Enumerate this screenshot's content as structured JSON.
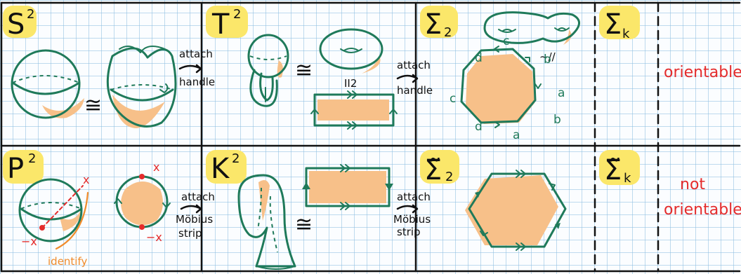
{
  "row_top": {
    "s2": {
      "base": "S",
      "sup": "2"
    },
    "t2": {
      "base": "T",
      "sup": "2"
    },
    "sigma2": {
      "base": "Σ",
      "sub": "2"
    },
    "sigmak": {
      "base": "Σ",
      "sub": "k"
    },
    "attach_1": [
      "attach",
      "handle"
    ],
    "attach_2": [
      "attach",
      "handle"
    ],
    "iso": "≅",
    "iso_rot": "II2",
    "edge_labels": {
      "a1": "a",
      "a2": "a",
      "b1": "b",
      "b2": "b",
      "c1": "c",
      "c2": "c",
      "d1": "d",
      "d2": "d"
    },
    "classification": "orientable"
  },
  "row_bottom": {
    "p2": {
      "base": "P",
      "sup": "2"
    },
    "k2": {
      "base": "K",
      "sup": "2"
    },
    "sigma2t": {
      "base": "Σ̃",
      "sub": "2"
    },
    "sigmakt": {
      "base": "Σ̃",
      "sub": "k"
    },
    "point_x": "x",
    "point_negx": "−x",
    "identify": "identify",
    "attach_1": [
      "attach",
      "Möbius",
      "strip"
    ],
    "attach_2": [
      "attach",
      "Möbius",
      "strip"
    ],
    "iso": "≅",
    "classification": [
      "not",
      "orientable"
    ]
  },
  "colors": {
    "ink": "#1f7a5a",
    "fill": "#f7c089",
    "highlight": "#fbe76a",
    "red": "#e42b2b",
    "orange": "#f08c2c"
  }
}
